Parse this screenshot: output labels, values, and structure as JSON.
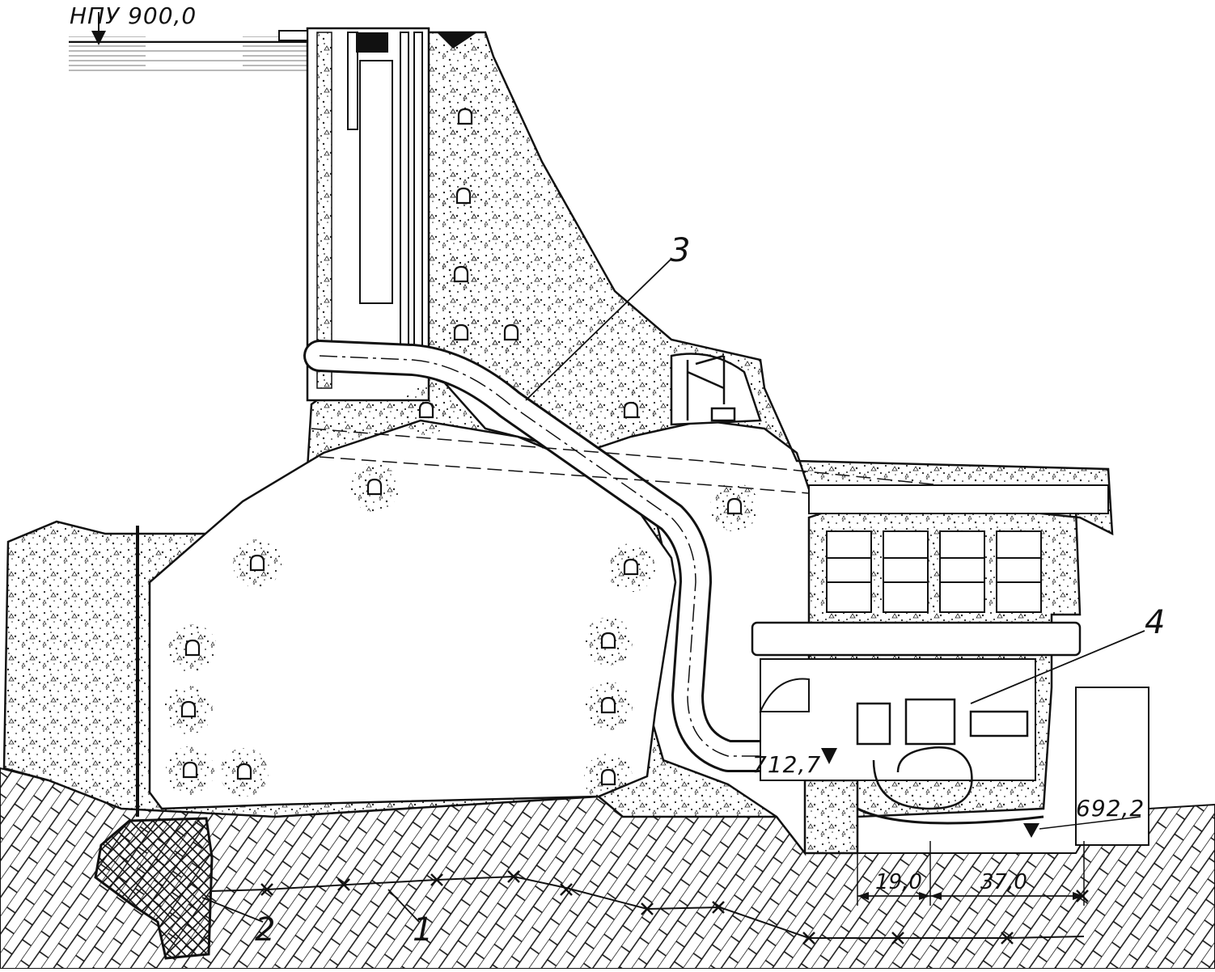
{
  "diagram": {
    "elevations": {
      "headwater": "НПУ 900,0",
      "machine_hall": "712,7",
      "tailwater": "692,2"
    },
    "callouts": {
      "drainage_line": "1",
      "grout_curtain": "2",
      "penstock": "3",
      "powerhouse": "4"
    },
    "dimensions": {
      "left_span": "19,0",
      "right_span": "37,0"
    },
    "colors": {
      "line": "#111111",
      "paper": "#ffffff",
      "concrete_speckle": "#222222"
    }
  }
}
